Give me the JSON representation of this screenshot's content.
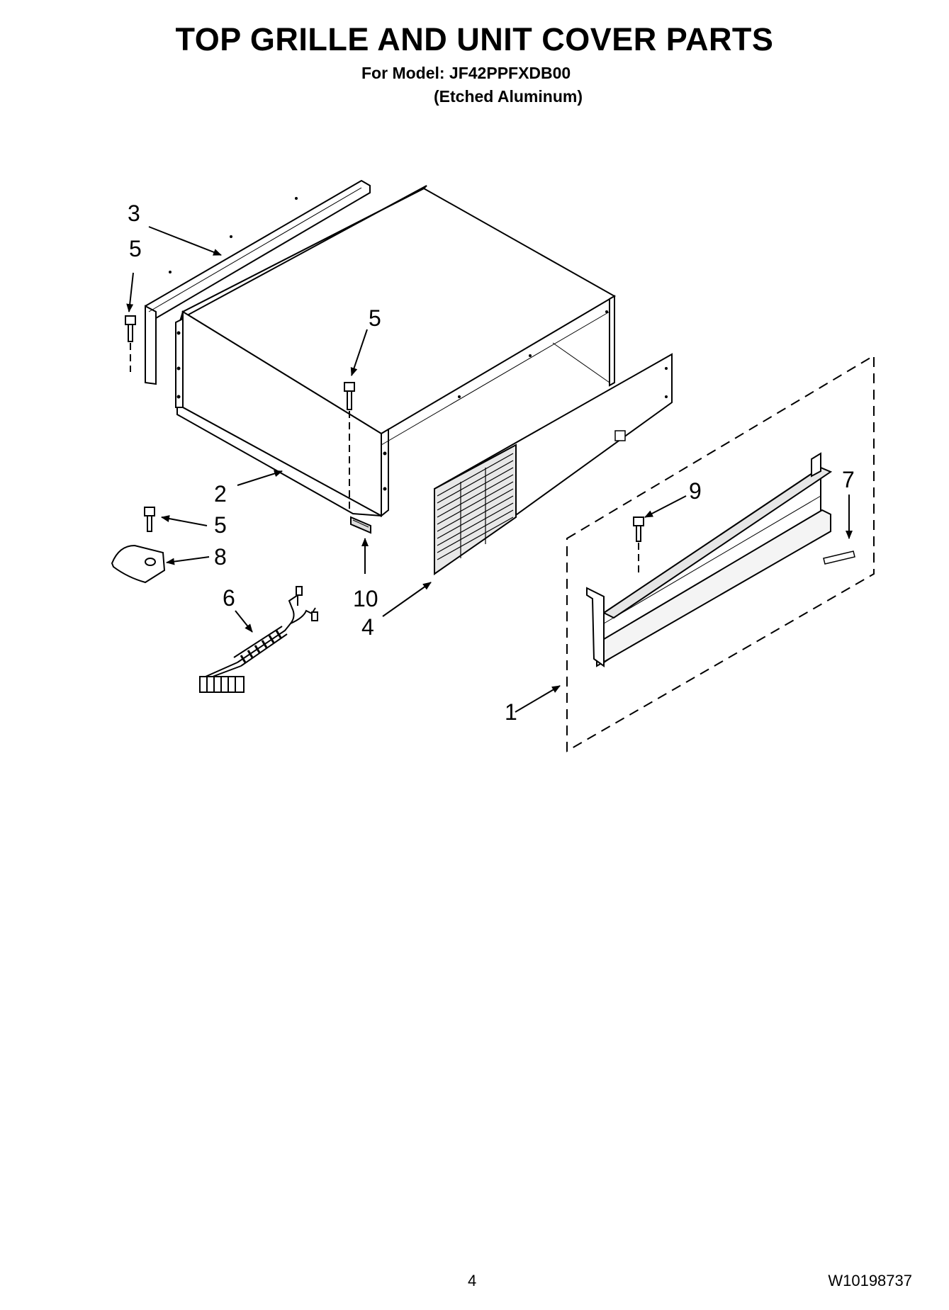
{
  "header": {
    "title": "TOP GRILLE AND UNIT COVER PARTS",
    "model_line": "For Model: JF42PPFXDB00",
    "variant": "(Etched Aluminum)"
  },
  "callouts": {
    "c1": "1",
    "c2": "2",
    "c3": "3",
    "c4": "4",
    "c5a": "5",
    "c5b": "5",
    "c5c": "5",
    "c6": "6",
    "c7": "7",
    "c8": "8",
    "c9": "9",
    "c10": "10"
  },
  "footer": {
    "page_number": "4",
    "document_number": "W10198737"
  }
}
